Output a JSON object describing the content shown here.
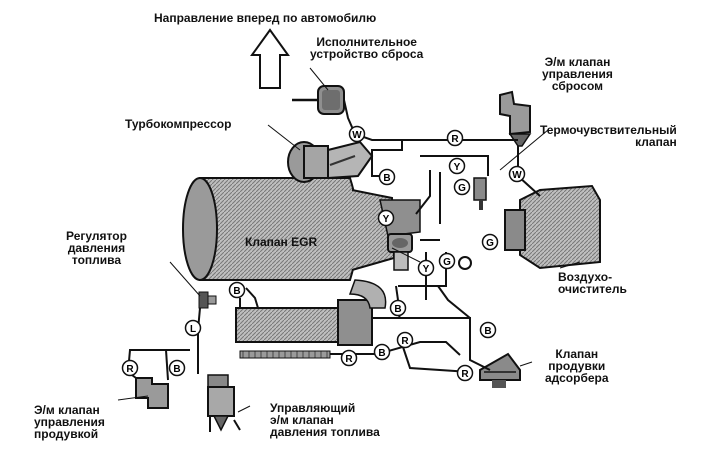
{
  "header": {
    "direction": "Направление вперед по автомобилю"
  },
  "components": {
    "reset_actuator": "Исполнительное\nустройство сброса",
    "reset_solenoid": "Э/м клапан\nуправления\nсбросом",
    "turbocharger": "Турбокомпрессор",
    "thermo_valve": "Термочувствительный\nклапан",
    "egr_valve": "Клапан EGR",
    "fuel_regulator": "Регулятор\nдавления\nтоплива",
    "air_cleaner": "Воздухо-\nочиститель",
    "adsorber_valve": "Клапан\nпродувки\nадсорбера",
    "purge_solenoid": "Э/м клапан\nуправления\nпродувкой",
    "fuel_pressure_solenoid": "Управляющий\nэ/м клапан\nдавления топлива"
  },
  "hose_codes": {
    "white": "W",
    "red": "R",
    "blue": "B",
    "yellow": "Y",
    "green": "G",
    "light_blue": "L"
  }
}
